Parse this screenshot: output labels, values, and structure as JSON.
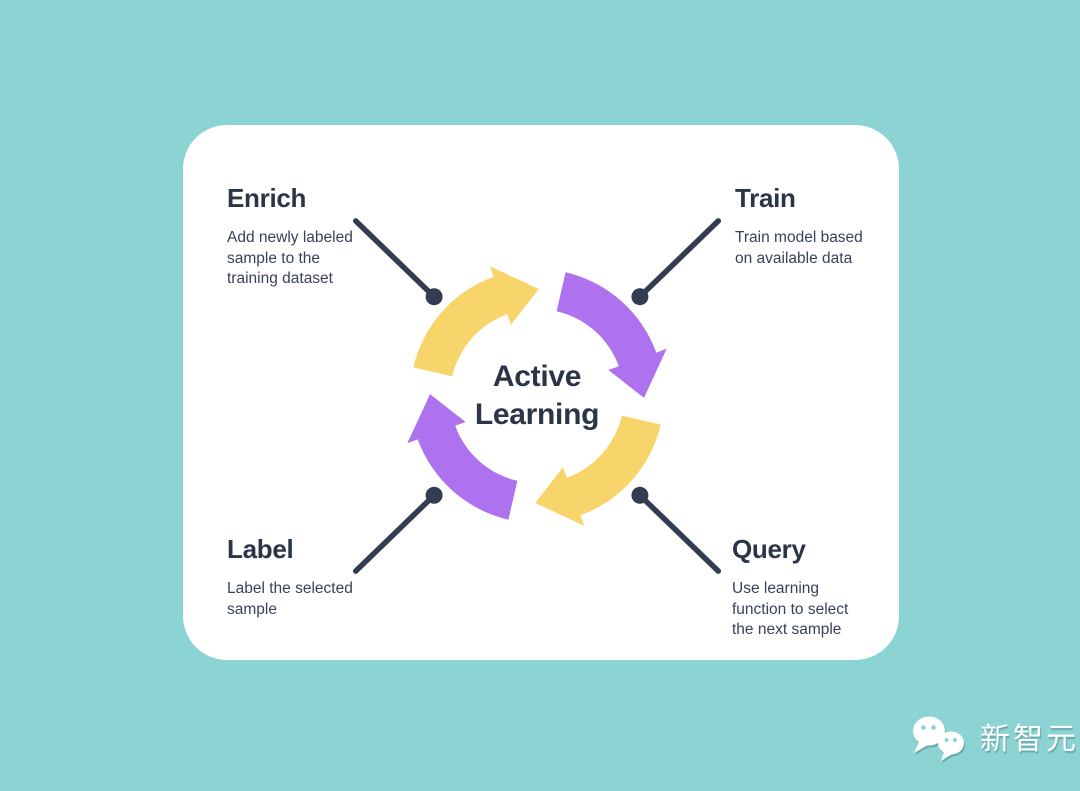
{
  "page": {
    "background_color": "#8CD3D4"
  },
  "diagram": {
    "center_title": "Active\nLearning",
    "colors": {
      "bg": "#8CD3D4",
      "card": "#FFFFFF",
      "yellow": "#F8D56B",
      "purple": "#AE72EF",
      "ink": "#2B3548",
      "body-ink": "#39425A",
      "connector": "#333D52"
    },
    "arc_color_order": [
      "purple",
      "yellow",
      "purple",
      "yellow"
    ],
    "steps": [
      {
        "id": "enrich",
        "title": "Enrich",
        "description": "Add newly labeled\nsample to the\ntraining dataset",
        "position": "top-left"
      },
      {
        "id": "train",
        "title": "Train",
        "description": "Train model based\non available data",
        "position": "top-right"
      },
      {
        "id": "query",
        "title": "Query",
        "description": "Use learning\nfunction to select\nthe next sample",
        "position": "bottom-right"
      },
      {
        "id": "label",
        "title": "Label",
        "description": "Label the selected\nsample",
        "position": "bottom-left"
      }
    ]
  },
  "watermark": {
    "text": "新智元",
    "icon": "wechat-bubbles-icon"
  }
}
